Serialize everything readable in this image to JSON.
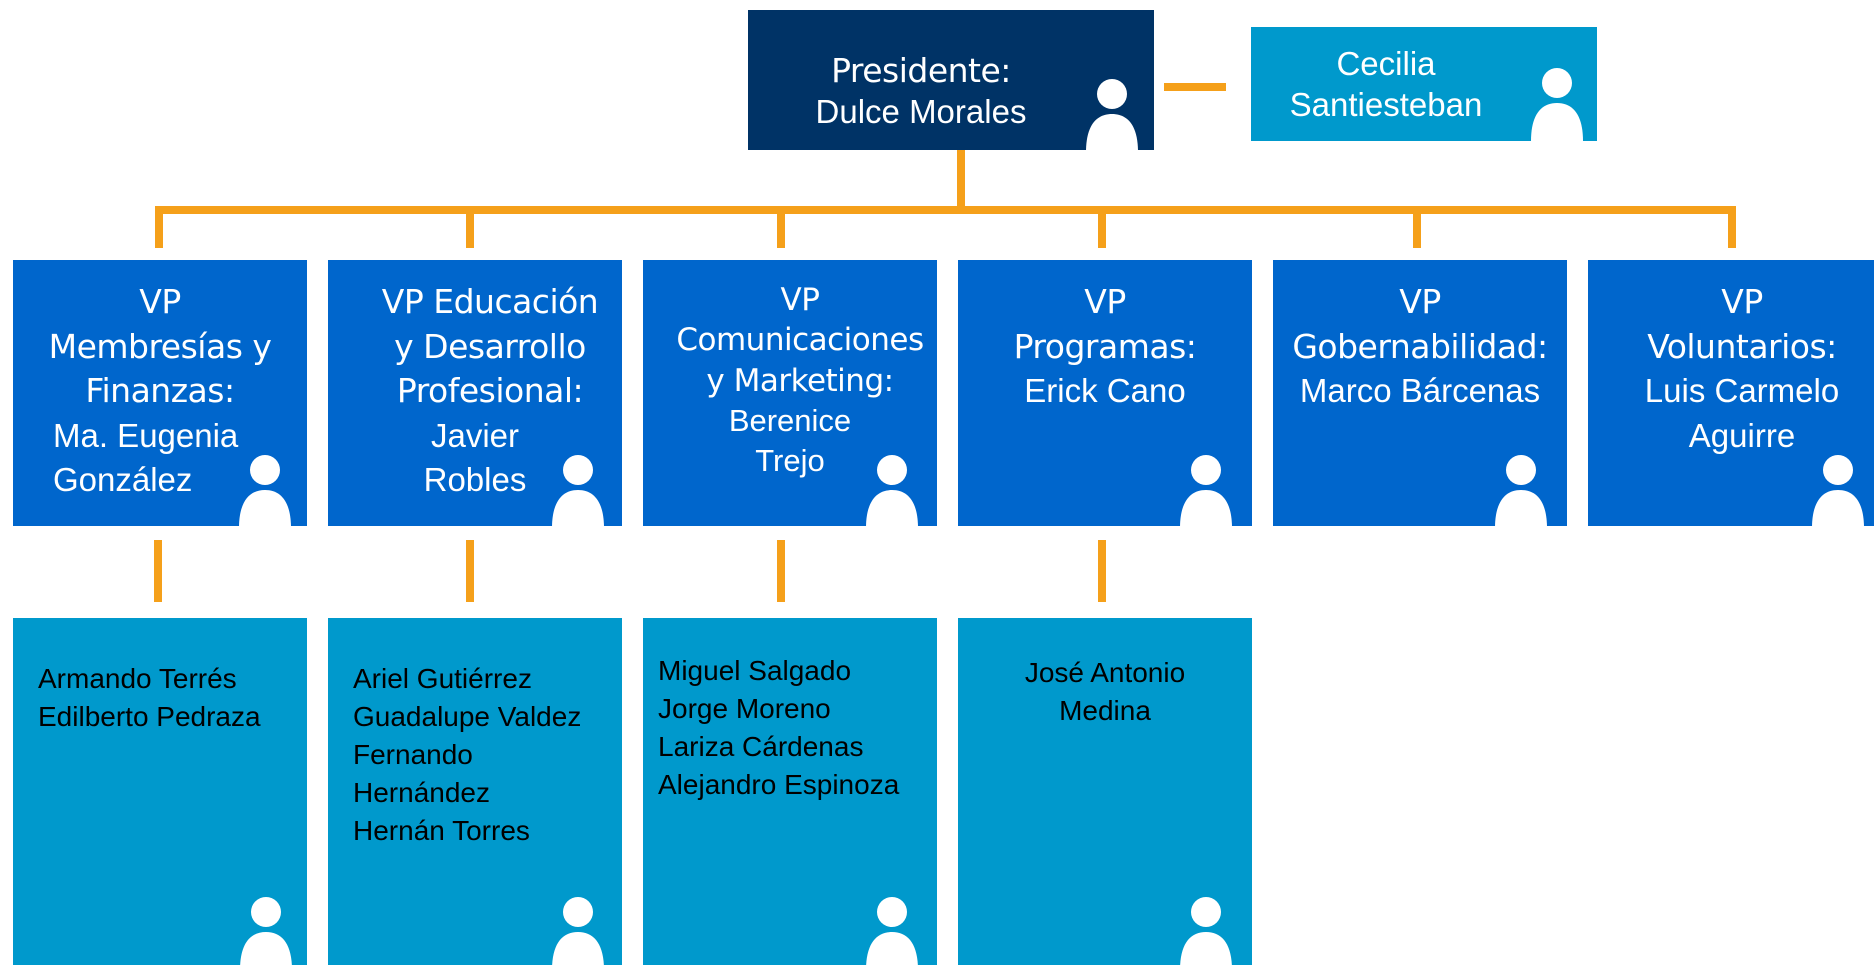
{
  "colors": {
    "president_bg": "#003366",
    "assistant_bg": "#0099cc",
    "vp_bg": "#0066cc",
    "team_bg": "#0099cc",
    "connector": "#f5a01a"
  },
  "president": {
    "title": "Presidente:",
    "name": "Dulce Morales",
    "icon": "person-icon"
  },
  "assistant": {
    "name_lines": [
      "Cecilia",
      "Santiesteban"
    ],
    "icon": "person-icon"
  },
  "vps": [
    {
      "title_lines": [
        "VP",
        "Membresías y",
        "Finanzas:"
      ],
      "name_lines": [
        "Ma. Eugenia",
        "González"
      ]
    },
    {
      "title_lines": [
        "VP Educación",
        "y Desarrollo",
        "Profesional:"
      ],
      "name_lines": [
        "Javier",
        "Robles"
      ]
    },
    {
      "title_lines": [
        "VP",
        "Comunicaciones",
        "y Marketing:"
      ],
      "name_lines": [
        "Berenice",
        "Trejo"
      ]
    },
    {
      "title_lines": [
        "VP",
        "Programas:"
      ],
      "name_lines": [
        "Erick Cano"
      ]
    },
    {
      "title_lines": [
        "VP",
        "Gobernabilidad:"
      ],
      "name_lines": [
        "Marco Bárcenas"
      ]
    },
    {
      "title_lines": [
        "VP",
        "Voluntarios:"
      ],
      "name_lines": [
        "Luis Carmelo",
        "Aguirre"
      ]
    }
  ],
  "teams": [
    {
      "members": [
        "Armando Terrés",
        "Edilberto Pedraza"
      ]
    },
    {
      "members": [
        "Ariel Gutiérrez",
        "Guadalupe Valdez",
        "Fernando",
        "Hernández",
        "Hernán Torres"
      ]
    },
    {
      "members": [
        "Miguel Salgado",
        "Jorge Moreno",
        "Lariza Cárdenas",
        "Alejandro Espinoza"
      ]
    },
    {
      "members": [
        "José Antonio",
        "Medina"
      ]
    }
  ]
}
